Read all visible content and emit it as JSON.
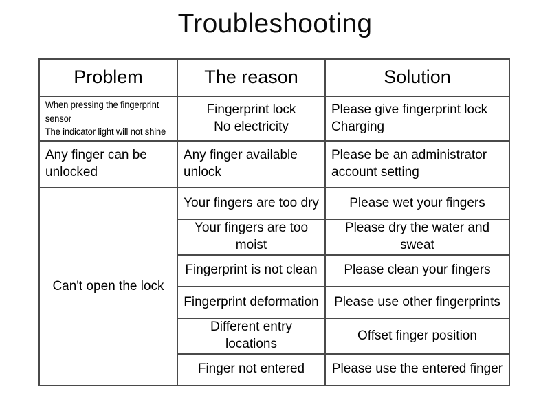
{
  "page": {
    "title": "Troubleshooting",
    "background_color": "#ffffff",
    "text_color": "#000000",
    "border_color": "#4a4a4a"
  },
  "table": {
    "headers": [
      "Problem",
      "The reason",
      "Solution"
    ],
    "rows": [
      {
        "problem_line1": "When pressing the fingerprint sensor",
        "problem_line2": "The indicator light will not shine",
        "reason_line1": "Fingerprint lock",
        "reason_line2": "No electricity",
        "solution_line1": "Please give fingerprint lock",
        "solution_line2": "Charging"
      },
      {
        "problem_line1": "Any finger can be",
        "problem_line2": "unlocked",
        "reason_line1": "Any finger available",
        "reason_line2": "unlock",
        "solution_line1": "Please be an administrator",
        "solution_line2": "account setting"
      }
    ],
    "merged_problem": "Can't open the lock",
    "sub_rows": [
      {
        "reason": "Your fingers are too dry",
        "solution": "Please wet your fingers"
      },
      {
        "reason": "Your fingers are too moist",
        "solution": "Please dry the water and sweat"
      },
      {
        "reason": "Fingerprint is not clean",
        "solution": "Please clean your fingers"
      },
      {
        "reason": "Fingerprint deformation",
        "solution": "Please use other fingerprints"
      },
      {
        "reason": "Different entry locations",
        "solution": "Offset finger position"
      },
      {
        "reason": "Finger not entered",
        "solution": "Please use the entered finger"
      }
    ]
  }
}
